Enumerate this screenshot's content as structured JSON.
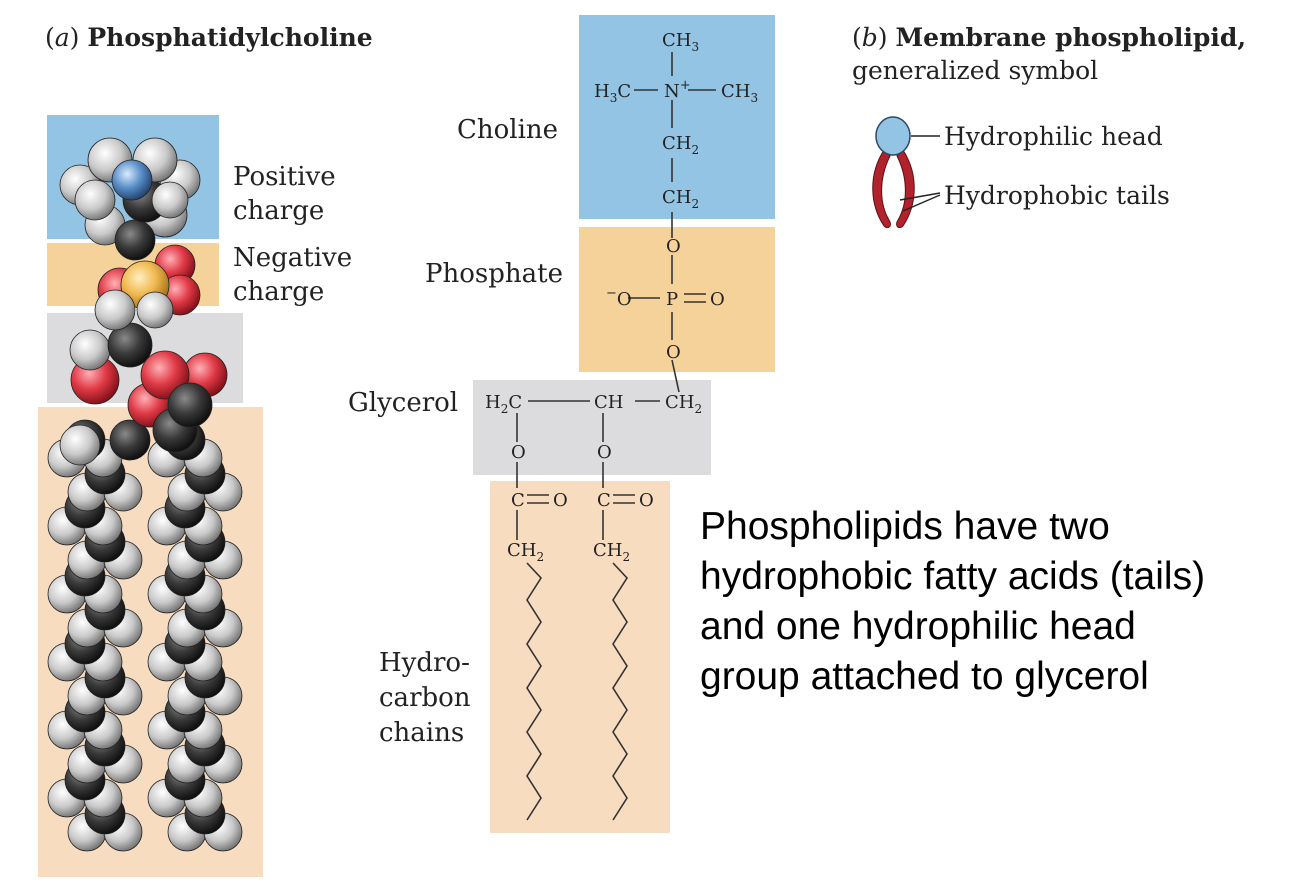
{
  "panel_a": {
    "letter": "a",
    "title": "Phosphatidylcholine",
    "labels": {
      "positive_1": "Positive",
      "positive_2": "charge",
      "negative_1": "Negative",
      "negative_2": "charge"
    }
  },
  "structure": {
    "labels": {
      "choline": "Choline",
      "phosphate": "Phosphate",
      "glycerol": "Glycerol",
      "hydro_1": "Hydro-",
      "hydro_2": "carbon",
      "hydro_3": "chains"
    },
    "atoms": {
      "ch3_top": "CH",
      "h3c_left": "H",
      "n_plus": "N",
      "ch3_right": "CH",
      "ch2_a": "CH",
      "ch2_b": "CH",
      "o_top": "O",
      "o_minus": "O",
      "p": "P",
      "o_double": "O",
      "o_bottom": "O",
      "h2c": "H",
      "ch_mid": "CH",
      "ch2_right": "CH",
      "o_left": "O",
      "o_right": "O",
      "c_left": "C",
      "o_c_left": "O",
      "c_right": "C",
      "o_c_right": "O",
      "ch2_left_chain": "CH",
      "ch2_right_chain": "CH"
    }
  },
  "panel_b": {
    "letter": "b",
    "title": "Membrane phospholipid,",
    "subtitle": "generalized symbol",
    "head_label": "Hydrophilic head",
    "tails_label": "Hydrophobic tails"
  },
  "caption": {
    "lines": [
      "Phospholipids have two",
      "hydrophobic fatty acids (tails)",
      "and one hydrophilic head",
      "group attached to glycerol"
    ]
  },
  "colors": {
    "choline_box": "#93c4e4",
    "phosphate_box": "#f5d29a",
    "glycerol_box": "#dcdcde",
    "chain_box": "#f8dcc0",
    "tail_red": "#b0222c",
    "head_blue": "#93c4e4"
  }
}
